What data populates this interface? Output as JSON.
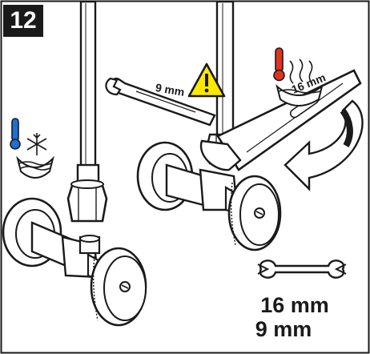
{
  "step": {
    "number": "12"
  },
  "wrench_labels": {
    "left": "9 mm",
    "right": "16 mm"
  },
  "sizes": {
    "first": "16 mm",
    "second": "9 mm"
  },
  "icons": {
    "cold": "snowflake-water-icon",
    "hot": "thermometer-steam-icon",
    "warning": "warning-triangle-icon",
    "wrench": "open-end-wrench-icon",
    "rotation": "rotation-arrow-icon"
  },
  "colors": {
    "ink": "#1a1a1a",
    "cold_accent": "#1e6fd6",
    "hot_accent": "#e0331e",
    "warning_fill": "#ffe800"
  }
}
